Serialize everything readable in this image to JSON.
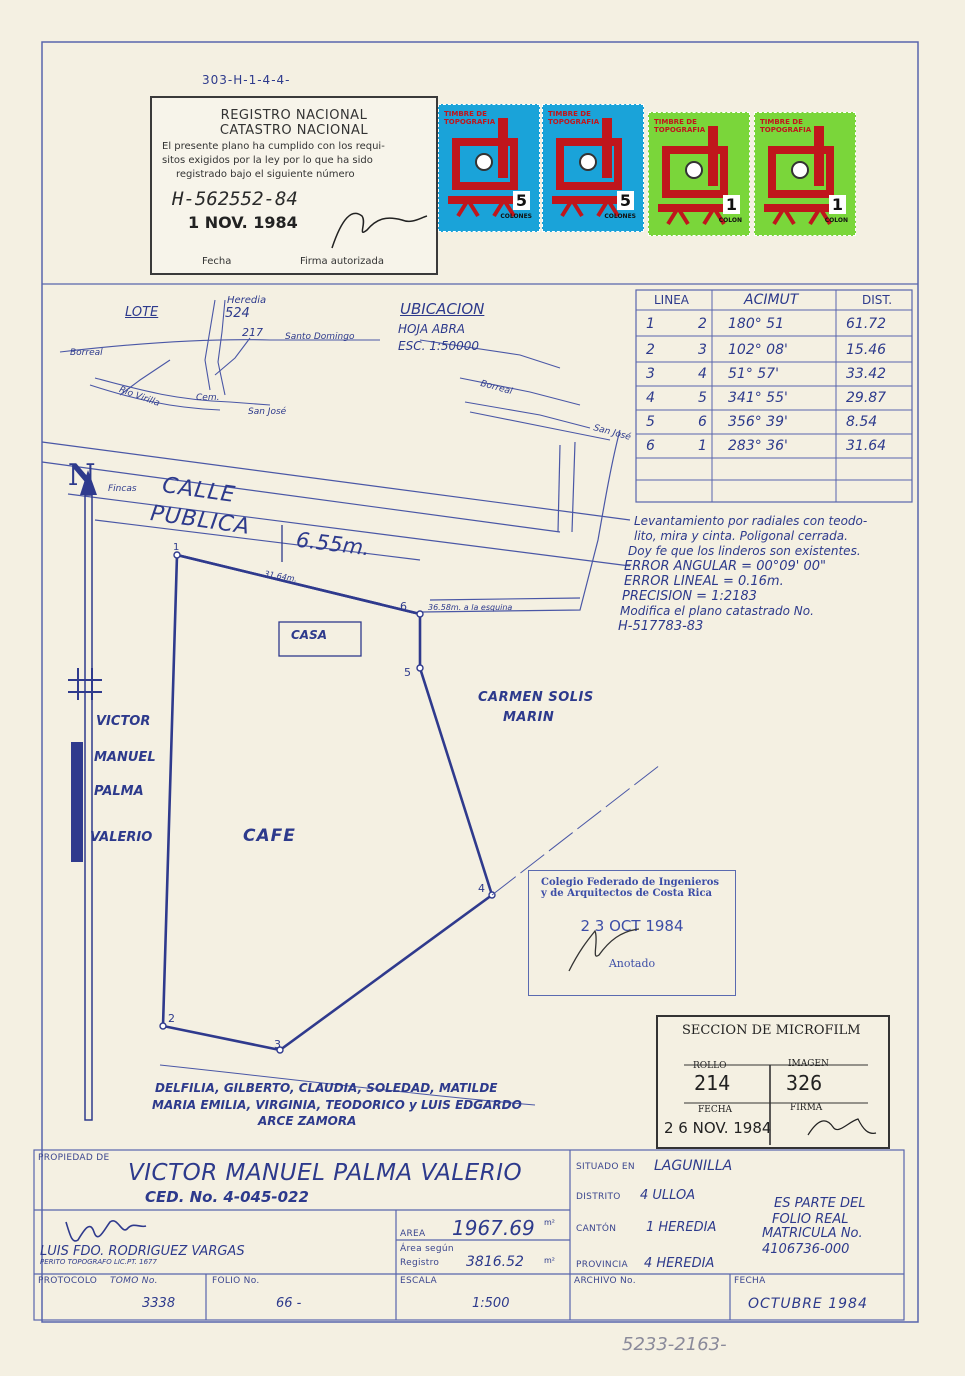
{
  "ref_top": "303-H-1-4-4-",
  "registro": {
    "line1": "REGISTRO NACIONAL",
    "line2": "CATASTRO NACIONAL",
    "text1": "El presente plano ha cumplido con los requi-",
    "text2": "sitos exigidos por la ley por lo que ha sido",
    "text3": "registrado bajo el siguiente número",
    "numero": "H-562552-84",
    "fecha_value": "1 NOV. 1984",
    "fecha_label": "Fecha",
    "firma_label": "Firma autorizada"
  },
  "stamps": [
    {
      "label": "TIMBRE DE TOPOGRAFIA",
      "value": "5",
      "unit": "COLONES",
      "color": "#1aa3d9"
    },
    {
      "label": "TIMBRE DE TOPOGRAFIA",
      "value": "5",
      "unit": "COLONES",
      "color": "#1aa3d9"
    },
    {
      "label": "TIMBRE DE TOPOGRAFIA",
      "value": "1",
      "unit": "COLON",
      "color": "#7ad63a"
    },
    {
      "label": "TIMBRE DE TOPOGRAFIA",
      "value": "1",
      "unit": "COLON",
      "color": "#7ad63a"
    }
  ],
  "ubicacion": {
    "title": "UBICACION",
    "hoja": "HOJA ABRA",
    "escala": "ESC. 1:50000",
    "lote": "LOTE",
    "heredia": "Heredia",
    "n524": "524",
    "n217": "217",
    "santo_domingo": "Santo Domingo",
    "borreal": "Borreal",
    "rio": "Río Virilla",
    "cem": "Cem.",
    "san_jose": "San José",
    "borreal2": "Borreal",
    "san_jose2": "San José"
  },
  "table": {
    "headers": [
      "LINEA",
      "ACIMUT",
      "DIST."
    ],
    "rows": [
      [
        "1",
        "2",
        "180° 51",
        "61.72"
      ],
      [
        "2",
        "3",
        "102° 08'",
        "15.46"
      ],
      [
        "3",
        "4",
        "51° 57'",
        "33.42"
      ],
      [
        "4",
        "5",
        "341° 55'",
        "29.87"
      ],
      [
        "5",
        "6",
        "356° 39'",
        "8.54"
      ],
      [
        "6",
        "1",
        "283° 36'",
        "31.64"
      ]
    ]
  },
  "notes": {
    "l1": "Levantamiento por radiales con teodo-",
    "l2": "lito, mira y cinta. Poligonal cerrada.",
    "l3": "Doy fe que los linderos son existentes.",
    "l4": "ERROR ANGULAR = 00°09' 00\"",
    "l5": "ERROR LINEAL = 0.16m.",
    "l6": "PRECISION = 1:2183",
    "l7": "Modifica el plano catastrado No.",
    "l8": "H-517783-83"
  },
  "map": {
    "north": "N",
    "fincas": "Fincas",
    "calle1": "CALLE",
    "calle2": "PUBLICA",
    "frente": "6.55m.",
    "d3164": "31.64m.",
    "esquina": "36.58m. a la esquina",
    "casa": "CASA",
    "cafe": "CAFE",
    "vecino_e1": "CARMEN SOLIS",
    "vecino_e2": "MARIN",
    "vecino_w1": "VICTOR",
    "vecino_w2": "MANUEL",
    "vecino_w3": "PALMA",
    "vecino_w4": "VALERIO",
    "vecino_s1": "DELFILIA, GILBERTO, CLAUDIA, SOLEDAD, MATILDE",
    "vecino_s2": "MARIA EMILIA, VIRGINIA, TEODORICO y LUIS EDGARDO",
    "vecino_s3": "ARCE ZAMORA",
    "v1": "1",
    "v2": "2",
    "v3": "3",
    "v4": "4",
    "v5": "5",
    "v6": "6"
  },
  "colegio": {
    "l1": "Colegio Federado de Ingenieros",
    "l2": "y de Arquitectos de Costa Rica",
    "fecha": "2 3 OCT 1984",
    "anotado": "Anotado"
  },
  "microfilm": {
    "title": "SECCION DE MICROFILM",
    "rollo_label": "ROLLO",
    "rollo": "214",
    "imagen_label": "IMAGEN",
    "imagen": "326",
    "fecha_label": "FECHA",
    "fecha": "2 6 NOV. 1984",
    "firma_label": "FIRMA"
  },
  "footer": {
    "propiedad_label": "PROPIEDAD DE",
    "propietario": "VICTOR MANUEL PALMA VALERIO",
    "cedula": "CED. No. 4-045-022",
    "topografo": "LUIS FDO. RODRIGUEZ VARGAS",
    "topografo_sub": "PERITO TOPOGRAFO LIC.PT. 1677",
    "area_label": "AREA",
    "area": "1967.69",
    "area_unit": "m²",
    "area_segun_label": "Área según",
    "registro_label": "Registro",
    "area_registro": "3816.52",
    "area_registro_unit": "m²",
    "situado_label": "SITUADO EN",
    "situado": "LAGUNILLA",
    "distrito_label": "DISTRITO",
    "distrito": "4 ULLOA",
    "canton_label": "CANTÓN",
    "canton": "1 HEREDIA",
    "provincia_label": "PROVINCIA",
    "provincia": "4 HEREDIA",
    "parte1": "ES PARTE DEL",
    "parte2": "FOLIO REAL",
    "parte3": "MATRICULA No.",
    "parte4": "4106736-000",
    "protocolo_label": "PROTOCOLO",
    "tomo_label": "TOMO No.",
    "tomo": "3338",
    "folio_label": "FOLIO No.",
    "folio": "66 -",
    "escala_label": "ESCALA",
    "escala": "1:500",
    "archivo_label": "ARCHIVO No.",
    "fecha_label": "FECHA",
    "fecha": "OCTUBRE 1984"
  },
  "bottom_ref": "5233-2163-"
}
